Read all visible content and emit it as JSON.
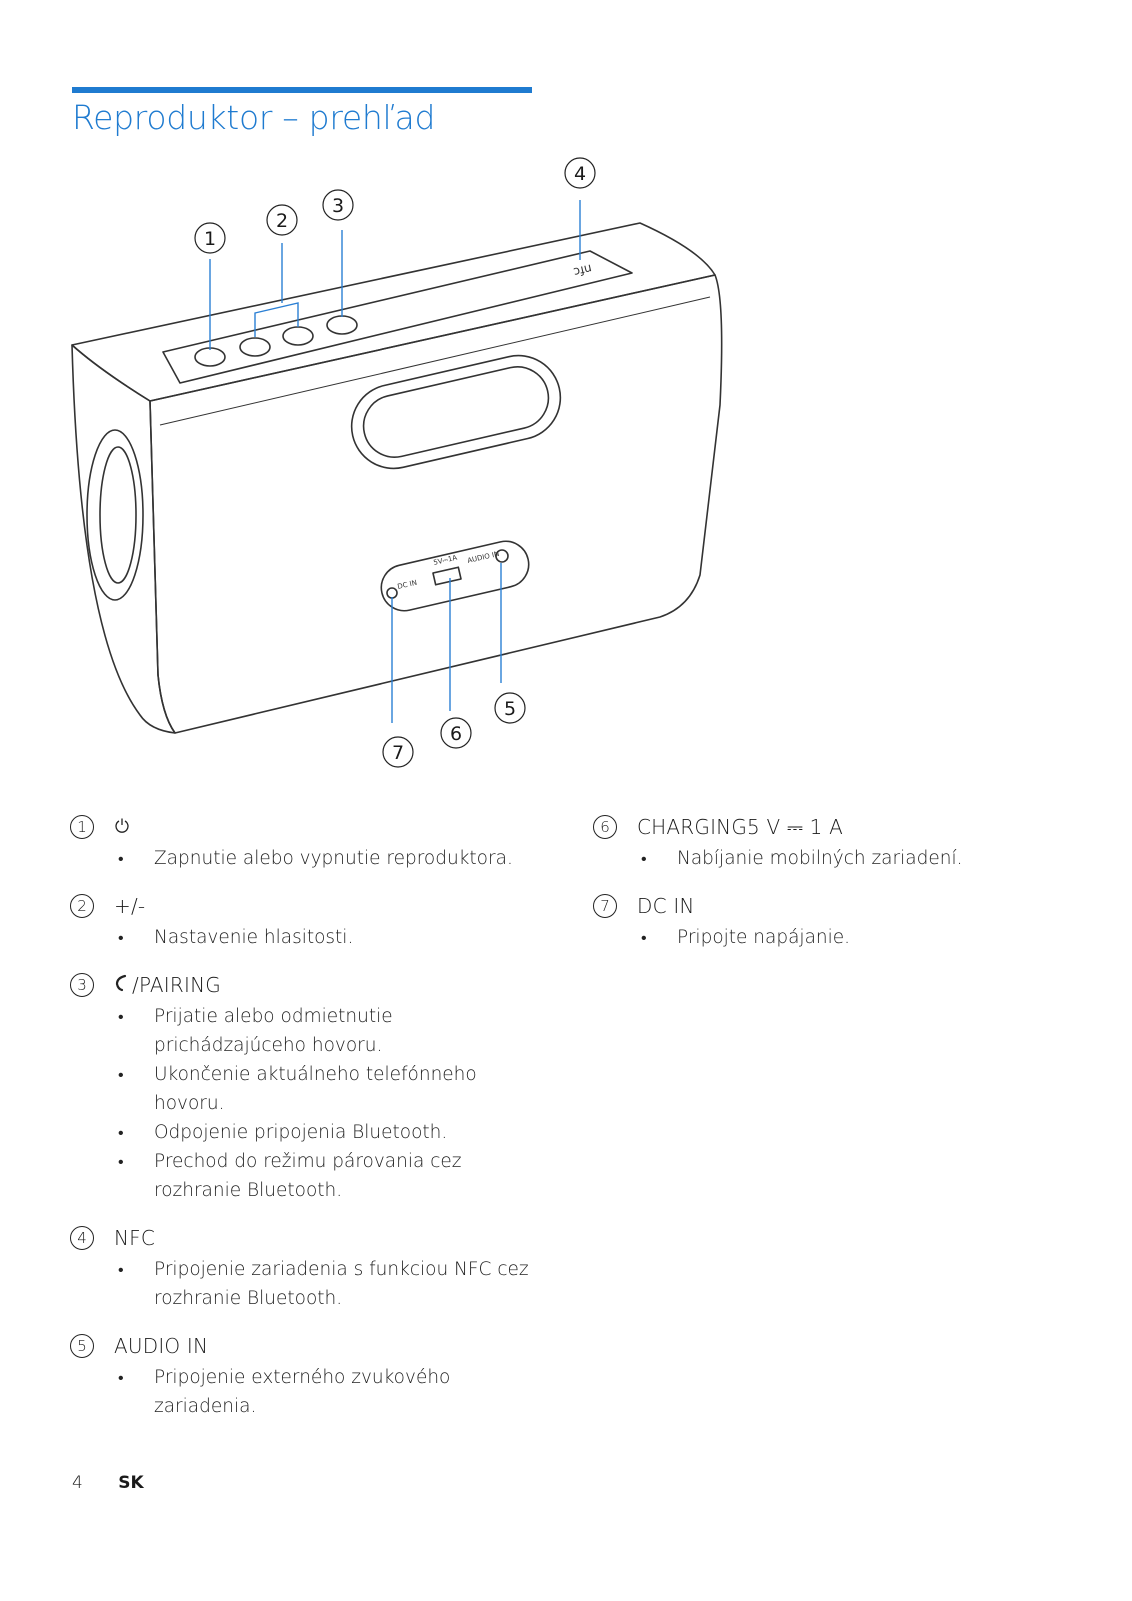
{
  "header": {
    "title": "Reproduktor – prehľad"
  },
  "figure": {
    "callouts": [
      "1",
      "2",
      "3",
      "4",
      "5",
      "6",
      "7"
    ],
    "labels": {
      "nfc": "nfc",
      "dc_in": "DC IN",
      "charge": "5V⎓1A",
      "audio_in": "AUDIO IN"
    }
  },
  "items": [
    {
      "num": "1",
      "title": "",
      "icon": "power-icon",
      "bullets": [
        "Zapnutie alebo vypnutie reproduktora."
      ]
    },
    {
      "num": "2",
      "title": "+/-",
      "bullets": [
        "Nastavenie hlasitosti."
      ]
    },
    {
      "num": "3",
      "title": "/PAIRING",
      "icon": "phone-icon",
      "bullets": [
        "Prijatie alebo odmietnutie prichádzajúceho hovoru.",
        "Ukončenie aktuálneho telefónneho hovoru.",
        "Odpojenie pripojenia Bluetooth.",
        "Prechod do režimu párovania cez rozhranie Bluetooth."
      ]
    },
    {
      "num": "4",
      "title": "NFC",
      "bullets": [
        "Pripojenie zariadenia s funkciou NFC cez rozhranie Bluetooth."
      ]
    },
    {
      "num": "5",
      "title": "AUDIO IN",
      "bullets": [
        "Pripojenie externého zvukového zariadenia."
      ]
    },
    {
      "num": "6",
      "title": "CHARGING5 V ⎓ 1 A",
      "bullets": [
        "Nabíjanie mobilných zariadení."
      ]
    },
    {
      "num": "7",
      "title": "DC IN",
      "bullets": [
        "Pripojte napájanie."
      ]
    }
  ],
  "footer": {
    "page_number": "4",
    "language": "SK"
  },
  "colors": {
    "accent": "#1f7bd0",
    "callout_line": "#2a7fd4"
  }
}
